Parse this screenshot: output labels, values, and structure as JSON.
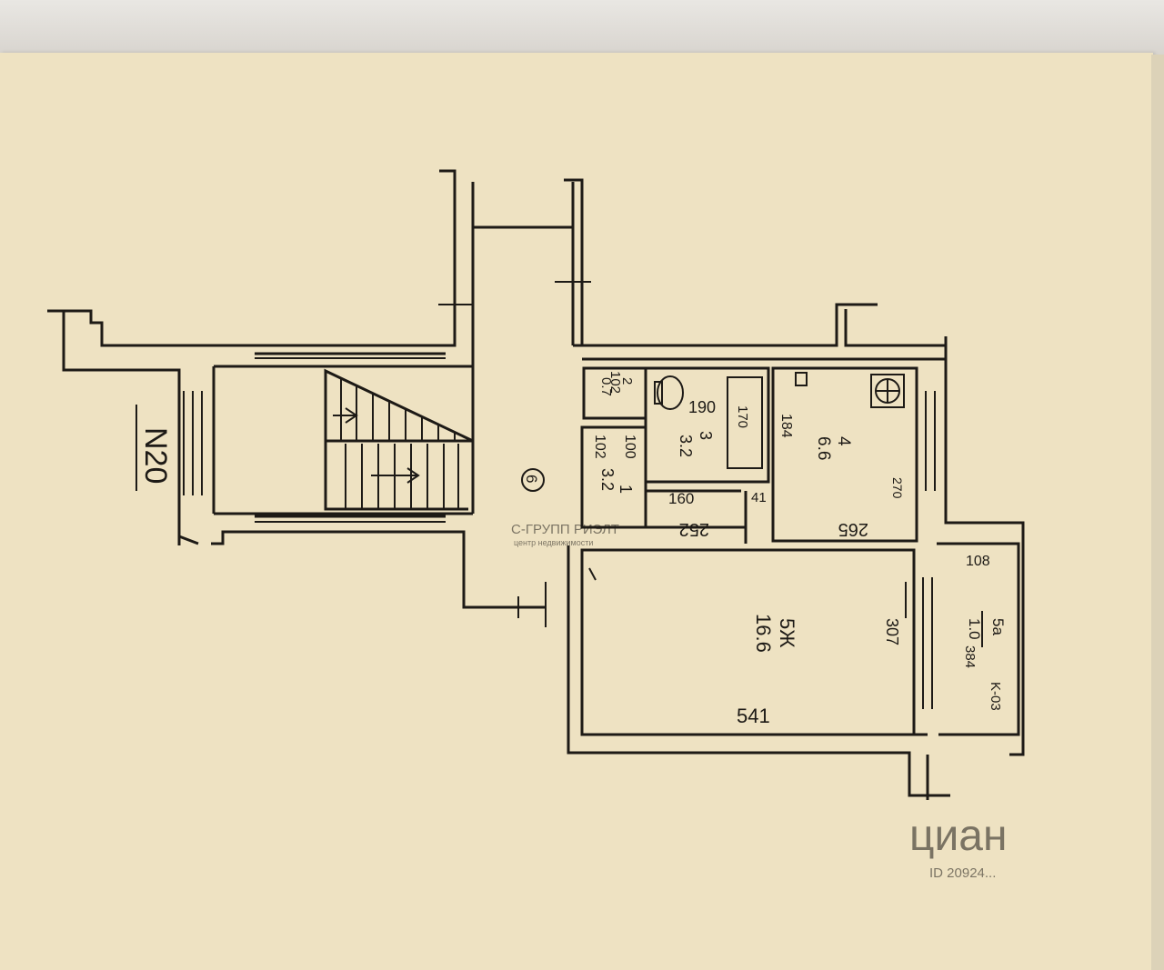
{
  "labels": {
    "flat_number": "N20",
    "stair_mark": "6",
    "room_wc_area": "0.7",
    "room_wc_number": "2",
    "room_wc_side": "102",
    "room_hall_number": "1",
    "room_hall_area": "3.2",
    "room_hall_side": "102",
    "room_hall_width": "100",
    "room_hall_length": "252",
    "room_bath_number": "3",
    "room_bath_area": "3.2",
    "room_bath_width": "190",
    "room_bath_depth": "170",
    "room_bath_side": "160",
    "room_kitchen_number": "4",
    "room_kitchen_area": "6.6",
    "room_kitchen_width": "265",
    "room_kitchen_depth": "184",
    "room_kitchen_side": "270",
    "room_kitchen_gap": "41",
    "room_living_label": "5Ж",
    "room_living_area": "16.6",
    "room_living_length": "541",
    "room_living_width": "307",
    "balcony_width": "108",
    "balcony_number": "5a",
    "balcony_area": "1.0",
    "balcony_code": "K-03",
    "balcony_side": "384"
  },
  "watermarks": {
    "agency_name": "С-ГРУПП РИЭЛТ",
    "agency_sub": "центр недвижимости",
    "portal_name": "циан",
    "portal_id": "ID 20924..."
  },
  "colors": {
    "paper": "#eee2c2",
    "ink": "#1d1a16"
  }
}
